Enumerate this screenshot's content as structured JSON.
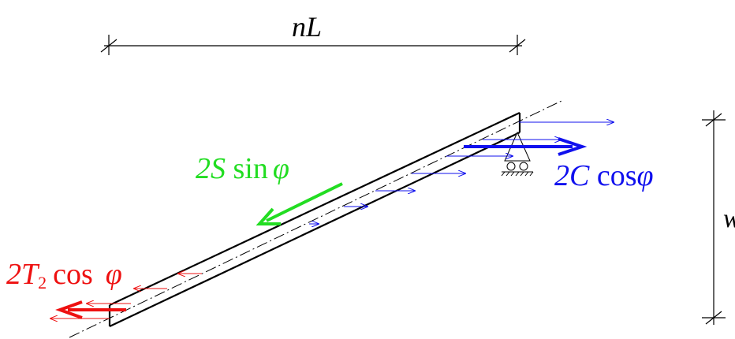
{
  "labels": {
    "span_coef": "n",
    "span_var": "L",
    "shear_coef": "2S",
    "shear_fn": " sin",
    "shear_angle": "φ",
    "compression_coef": "2C",
    "compression_fn": " cos",
    "compression_angle": "φ",
    "tension_coef": "2T",
    "tension_sub": "2",
    "tension_fn": "cos",
    "tension_angle": "φ",
    "height_var": "w"
  },
  "colors": {
    "shear": "#22dd22",
    "compression": "#1010ee",
    "tension": "#ee1010",
    "structure": "#000000"
  }
}
